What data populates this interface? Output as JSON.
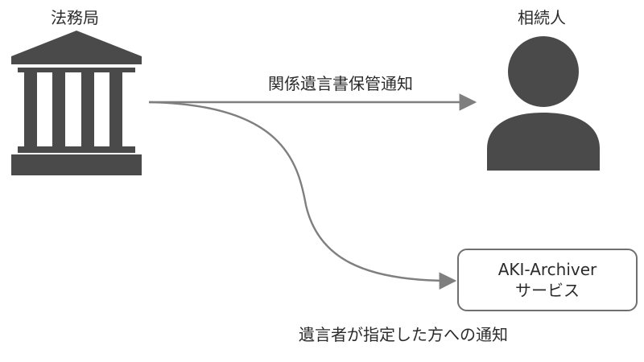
{
  "nodes": {
    "legal_bureau": {
      "label": "法務局",
      "icon": "courthouse-icon"
    },
    "heir": {
      "label": "相続人",
      "icon": "person-icon"
    },
    "service": {
      "line1": "AKI-Archiver",
      "line2": "サービス"
    }
  },
  "edges": {
    "to_heir": {
      "label": "関係遺言書保管通知"
    },
    "to_service": {
      "label": "遺言者が指定した方への通知"
    }
  },
  "colors": {
    "icon": "#4a4a4a",
    "line": "#7f7f7f",
    "box_border": "#6f6f6f",
    "text": "#2b2b2b"
  }
}
